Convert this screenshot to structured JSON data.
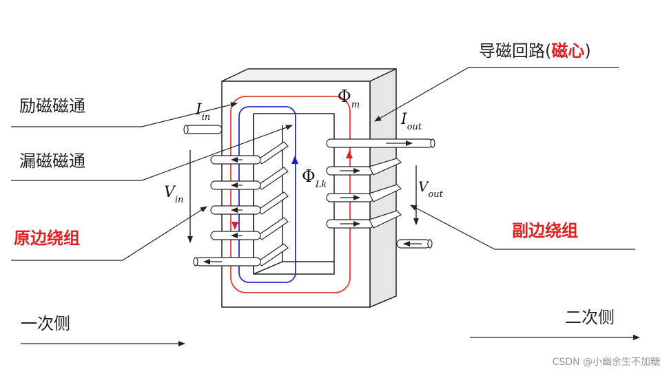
{
  "colors": {
    "main_flux": "#e0403a",
    "leakage_flux": "#2a2ad0",
    "highlight": "#e02020",
    "core_face": "#ffffff",
    "core_side": "#e6e6e6",
    "outline": "#222222"
  },
  "labels": {
    "magnetic_path_prefix": "导磁回路(",
    "magnetic_path_core": "磁心",
    "magnetic_path_suffix": ")",
    "excitation_flux": "励磁磁通",
    "leakage_flux": "漏磁磁通",
    "primary_winding": "原边绕组",
    "secondary_winding": "副边绕组",
    "primary_side": "一次侧",
    "secondary_side": "二次侧"
  },
  "symbols": {
    "current_in": {
      "base": "I",
      "sub": "in"
    },
    "current_out": {
      "base": "I",
      "sub": "out"
    },
    "voltage_in": {
      "base": "V",
      "sub": "in"
    },
    "voltage_out": {
      "base": "V",
      "sub": "out"
    },
    "flux_main": {
      "base": "Φ",
      "sub": "m"
    },
    "flux_leak": {
      "base": "Φ",
      "sub": "Lk"
    }
  },
  "watermark": "CSDN @小幽余生不加糖"
}
